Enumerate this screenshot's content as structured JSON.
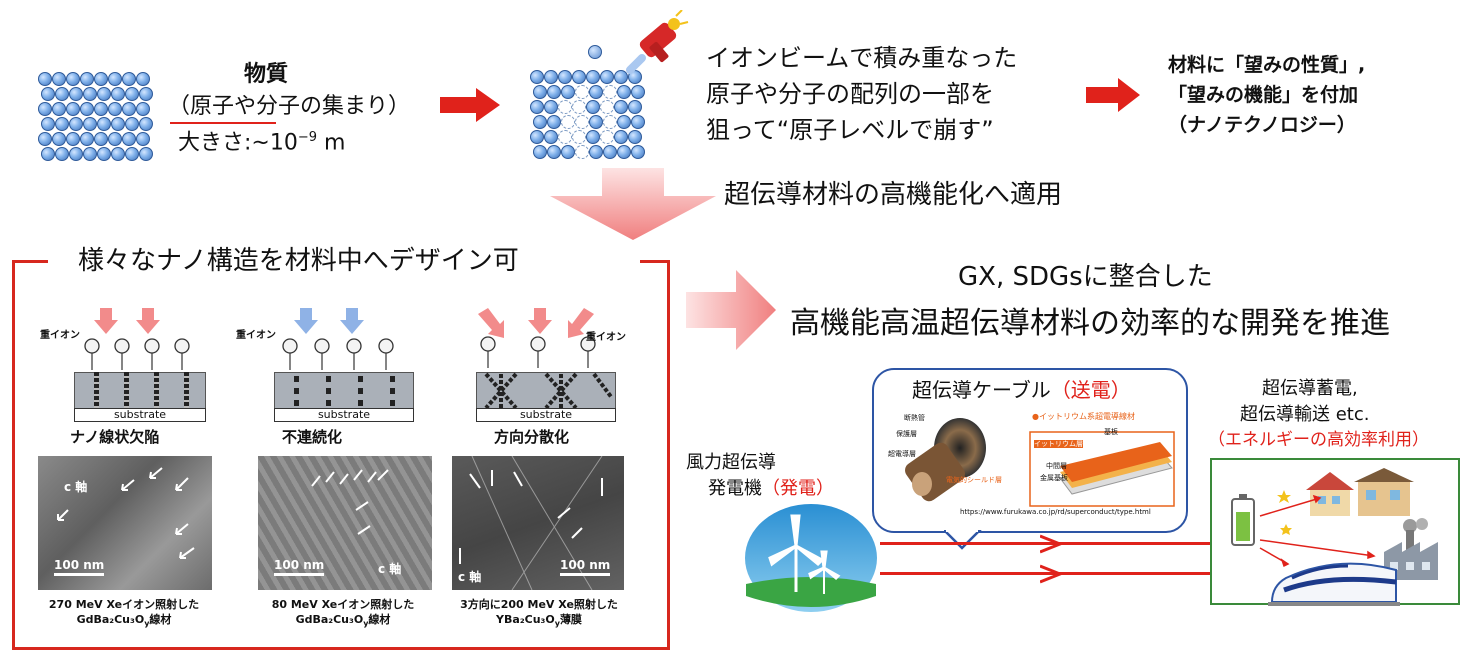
{
  "top": {
    "material": {
      "title": "物質",
      "subtitle": "（原子や分子の集まり）",
      "size": "大きさ:~10",
      "size_exp": "−9",
      "size_unit": " m"
    },
    "ion_text": [
      "イオンビームで積み重なった",
      "原子や分子の配列の一部を",
      "狙って“原子レベルで崩す”"
    ],
    "result": [
      "材料に「望みの性質」,",
      "「望みの機能」を付加",
      "（ナノテクノロジー）"
    ],
    "apply": "超伝導材料の高機能化へ適用"
  },
  "panel": {
    "title": "様々なナノ構造を材料中へデザイン可",
    "ion_label": "重イオン",
    "substrate": "substrate",
    "items": [
      {
        "heading": "ナノ線状欠陥",
        "scale": "100 nm",
        "axis": "c 軸",
        "cap1": "270 MeV Xeイオン照射した",
        "cap2": "GdBa₂Cu₃O",
        "cap2b": "線材",
        "sub": "y"
      },
      {
        "heading": "不連続化",
        "scale": "100 nm",
        "axis": "c 軸",
        "cap1": "80 MeV Xeイオン照射した",
        "cap2": "GdBa₂Cu₃O",
        "cap2b": "線材",
        "sub": "y"
      },
      {
        "heading": "方向分散化",
        "scale": "100 nm",
        "axis": "c 軸",
        "cap1": "3方向に200 MeV Xe照射した",
        "cap2": "YBa₂Cu₃O",
        "cap2b": "薄膜",
        "sub": "y"
      }
    ]
  },
  "right": {
    "gx1": "GX, SDGsに整合した",
    "gx2": "高機能高温超伝導材料の効率的な開発を推進",
    "cable_title": "超伝導ケーブル",
    "cable_tag": "（送電）",
    "cable_url": "https://www.furukawa.co.jp/rd/superconduct/type.html",
    "cable_legend": "●イットリウム系超電導線材",
    "cable_parts": [
      "断熱管",
      "保護層",
      "超電導層",
      "イットリウム層",
      "基板",
      "中間層",
      "金属基板",
      "電気的シールド層"
    ],
    "wind1": "風力超伝導",
    "wind2": "発電機",
    "wind_tag": "（発電）",
    "use1": "超伝導蓄電,",
    "use2": "超伝導輸送 etc.",
    "use3": "（エネルギーの高効率利用）"
  },
  "colors": {
    "red": "#e0221b",
    "blue": "#2d55a5",
    "green": "#3a8a3a",
    "orange": "#e8631a"
  }
}
